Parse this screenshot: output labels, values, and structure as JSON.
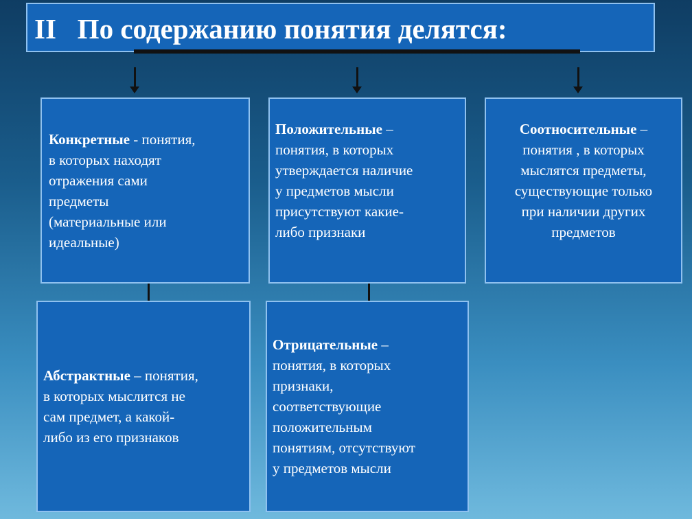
{
  "title": {
    "numeral": "II",
    "text": "По содержанию понятия делятся:"
  },
  "boxes": {
    "concrete": {
      "term": "Конкретные",
      "sep": " - ",
      "lines": [
        "понятия,",
        "в которых находят",
        "отражения сами",
        "предметы",
        "(материальные или",
        "идеальные)"
      ]
    },
    "positive": {
      "term": "Положительные",
      "sep": " – ",
      "lines": [
        "понятия, в которых",
        "утверждается наличие",
        "у предметов мысли",
        "присутствуют какие-",
        "либо признаки"
      ]
    },
    "relative": {
      "term": "Соотносительные",
      "sep": " – ",
      "lines": [
        "понятия , в которых",
        "мыслятся предметы,",
        "существующие только",
        "при  наличии других",
        "предметов"
      ]
    },
    "abstract": {
      "term": "Абстрактные",
      "sep": " – ",
      "lines": [
        "понятия,",
        "в которых мыслится не",
        "сам предмет, а какой-",
        "либо из его признаков"
      ]
    },
    "negative": {
      "term": "Отрицательные",
      "sep": " – ",
      "lines": [
        "понятия, в которых",
        "признаки,",
        "соответствующие",
        "положительным",
        "понятиям, отсутствуют",
        "у предметов мысли"
      ]
    }
  }
}
